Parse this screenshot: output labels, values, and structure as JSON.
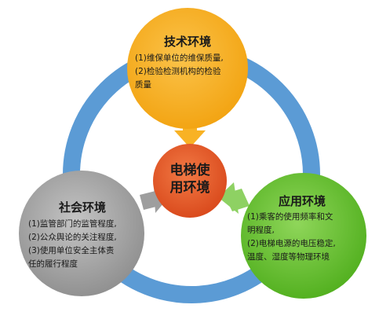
{
  "center": {
    "label_line1": "电梯使",
    "label_line2": "用环境"
  },
  "tech": {
    "title": "技术环境",
    "items": [
      "(1)维保单位的维保质量,",
      "(2)检验检测机构的检验",
      "质量"
    ]
  },
  "application": {
    "title": "应用环境",
    "items": [
      "(1)乘客的使用频率和文",
      "明程度,",
      "(2)电梯电源的电压稳定,",
      "温度、湿度等物理环境"
    ]
  },
  "society": {
    "title": "社会环境",
    "items": [
      "(1)监管部门的监管程度,",
      "(2)公众舆论的关注程度,",
      "(3)使用单位安全主体责",
      "任的履行程度"
    ]
  },
  "colors": {
    "ring": "#5b9bd5",
    "tech": "#f8b224",
    "application": "#6fc336",
    "society": "#a3a3a3",
    "center": "#e8592a",
    "arrow_tech": "#f8b224",
    "arrow_application": "#8ed163",
    "arrow_society": "#9e9e9e"
  }
}
